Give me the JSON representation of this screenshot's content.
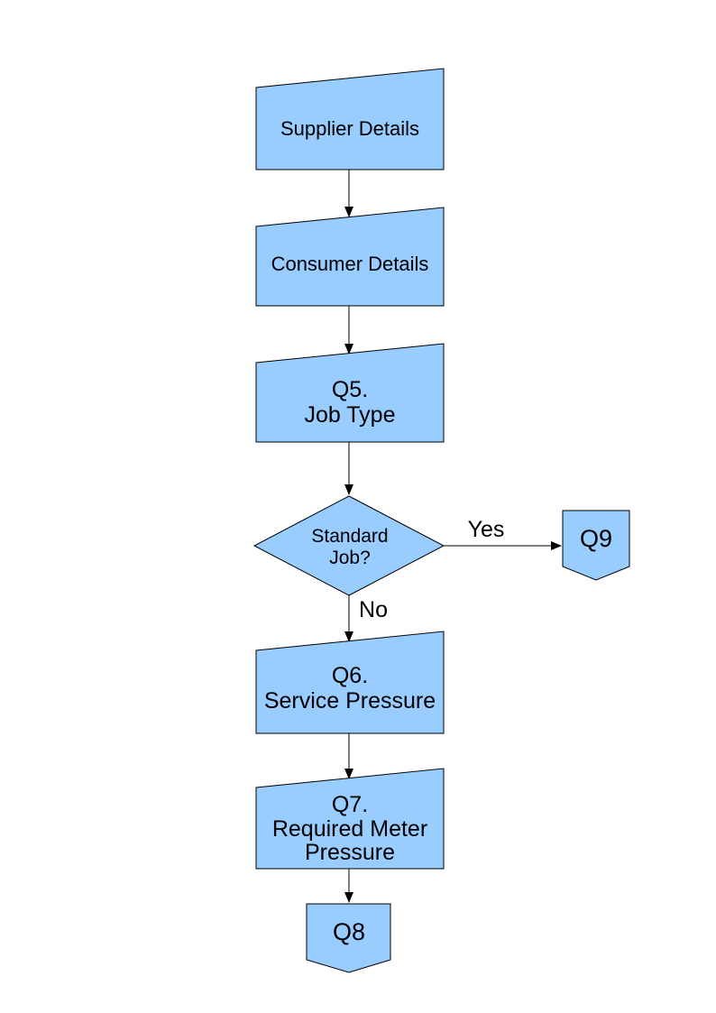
{
  "canvas": {
    "background": "#FFFFFF"
  },
  "style": {
    "shape_fill": "#99CCFF",
    "shape_stroke": "#000000",
    "connector_color": "#000000",
    "text_color": "#000000"
  },
  "nodes": {
    "supplier_details": {
      "type": "manual-input",
      "lines": [
        "Supplier Details"
      ]
    },
    "consumer_details": {
      "type": "manual-input",
      "lines": [
        "Consumer Details"
      ]
    },
    "q5_job_type": {
      "type": "manual-input",
      "lines": [
        "Q5.",
        "Job Type"
      ]
    },
    "standard_job_decision": {
      "type": "decision",
      "lines": [
        "Standard",
        "Job?"
      ]
    },
    "q9_connector": {
      "type": "off-page-connector",
      "lines": [
        "Q9"
      ]
    },
    "q6_service_pressure": {
      "type": "manual-input",
      "lines": [
        "Q6.",
        "Service Pressure"
      ]
    },
    "q7_required_meter_pressure": {
      "type": "manual-input",
      "lines": [
        "Q7.",
        "Required Meter",
        "Pressure"
      ]
    },
    "q8_connector": {
      "type": "off-page-connector",
      "lines": [
        "Q8"
      ]
    }
  },
  "edge_labels": {
    "yes": "Yes",
    "no": "No"
  }
}
